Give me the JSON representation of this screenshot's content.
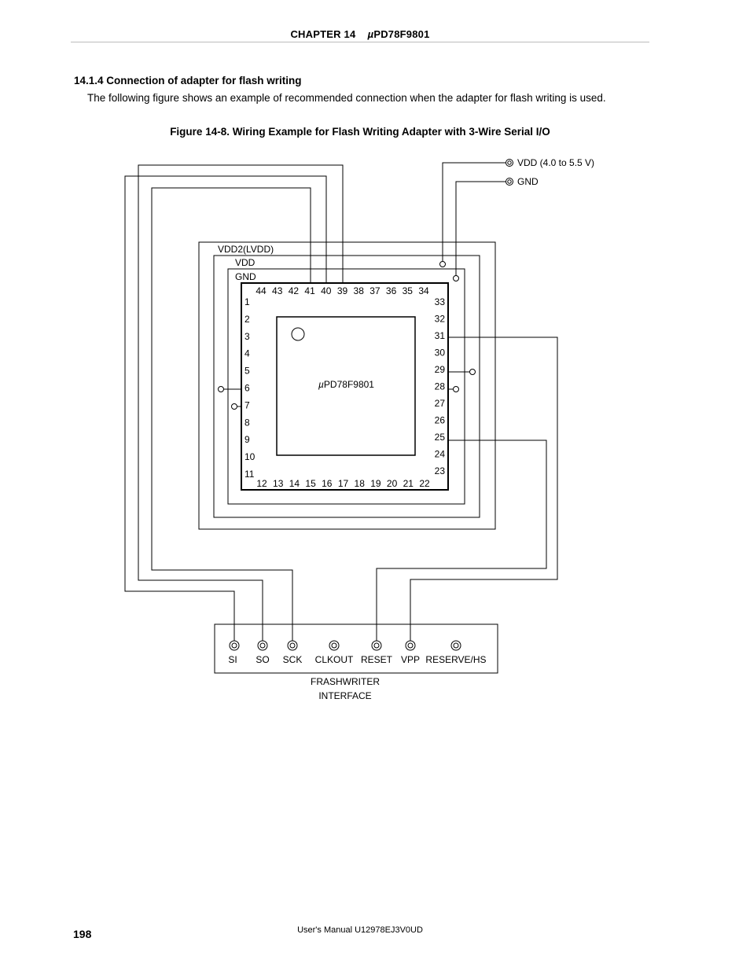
{
  "header": {
    "chapter": "CHAPTER  14",
    "mu": "µ",
    "device": "PD78F9801"
  },
  "section": {
    "heading": "14.1.4  Connection of adapter for flash writing",
    "intro": "The following figure shows an example of recommended connection when the adapter for flash writing is used."
  },
  "figure": {
    "caption": "Figure 14-8.  Wiring Example for Flash Writing Adapter with 3-Wire Serial I/O",
    "power": {
      "vdd": "VDD (4.0 to 5.5 V)",
      "gnd": "GND"
    },
    "frames": {
      "vdd2": "VDD2(LVDD)",
      "vdd": "VDD",
      "gnd": "GND"
    },
    "chip_mu": "µ",
    "chip_name": "PD78F9801",
    "pins_left": [
      "1",
      "2",
      "3",
      "4",
      "5",
      "6",
      "7",
      "8",
      "9",
      "10",
      "11"
    ],
    "pins_bottom": [
      "12",
      "13",
      "14",
      "15",
      "16",
      "17",
      "18",
      "19",
      "20",
      "21",
      "22"
    ],
    "pins_right": [
      "23",
      "24",
      "25",
      "26",
      "27",
      "28",
      "29",
      "30",
      "31",
      "32",
      "33"
    ],
    "pins_top": [
      "34",
      "35",
      "36",
      "37",
      "38",
      "39",
      "40",
      "41",
      "42",
      "43",
      "44"
    ],
    "connector_pins": [
      "SI",
      "SO",
      "SCK",
      "CLKOUT",
      "RESET",
      "VPP",
      "RESERVE/HS"
    ],
    "interface_title": [
      "FRASHWRITER",
      "INTERFACE"
    ]
  },
  "footer": {
    "page": "198",
    "manual": "User's Manual  U12978EJ3V0UD"
  }
}
